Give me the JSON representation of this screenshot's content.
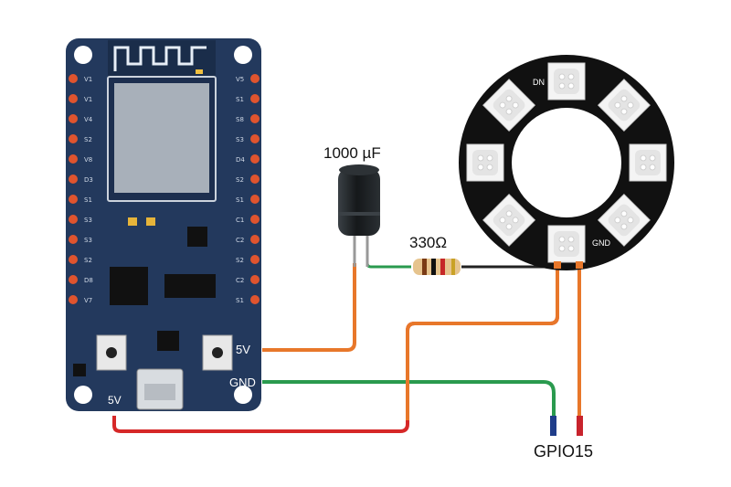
{
  "colors": {
    "board": "#23395d",
    "pin_hole": "#e0542e",
    "ring": "#111111",
    "wire_orange": "#e8772a",
    "wire_green": "#2a9a4e",
    "wire_red": "#d62828",
    "wire_black": "#222222",
    "capacitor": "#1f2326",
    "resistor_body": "#e6c48e"
  },
  "board": {
    "labels": {
      "five_v": "5V",
      "gnd": "GND",
      "usb_five_v": "5V"
    },
    "left_pins": [
      "V1",
      "V1",
      "V4",
      "S2",
      "V8",
      "D3",
      "S1",
      "S3",
      "S3",
      "S2",
      "D8",
      "V7"
    ],
    "right_pins": [
      "V5",
      "S1",
      "S8",
      "S3",
      "D4",
      "S2",
      "S1",
      "C1",
      "C2",
      "S2",
      "C2",
      "S1"
    ]
  },
  "capacitor": {
    "label": "1000 µF"
  },
  "resistor": {
    "label": "330Ω"
  },
  "led_ring": {
    "din_label": "DN",
    "gnd_label": "GND",
    "led_count": 8
  },
  "gpio_label": "GPIO15"
}
